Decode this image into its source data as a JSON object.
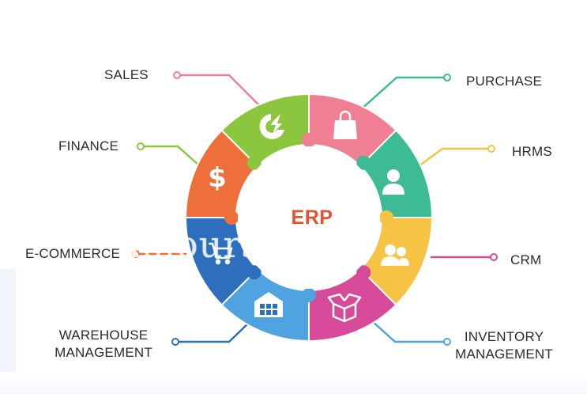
{
  "center": {
    "title": "ERP"
  },
  "modules": [
    {
      "key": "sales",
      "label": "SALES",
      "color": "#f07f93",
      "icon": "sales-icon"
    },
    {
      "key": "purchase",
      "label": "PURCHASE",
      "color": "#3dbb95",
      "icon": "shopping-bag-icon"
    },
    {
      "key": "hrms",
      "label": "HRMS",
      "color": "#f7c344",
      "icon": "user-icon"
    },
    {
      "key": "crm",
      "label": "CRM",
      "color": "#d74a9a",
      "icon": "group-icon"
    },
    {
      "key": "inventory",
      "label_line1": "INVENTORY",
      "label_line2": "MANAGEMENT",
      "color": "#4fa3e0",
      "icon": "open-box-icon"
    },
    {
      "key": "warehouse",
      "label_line1": "WAREHOUSE",
      "label_line2": "MANAGEMENT",
      "color": "#2e6fbd",
      "icon": "warehouse-icon"
    },
    {
      "key": "ecommerce",
      "label": "E-COMMERCE",
      "color": "#ef6f3a",
      "icon": "shopping-cart-icon"
    },
    {
      "key": "finance",
      "label": "FINANCE",
      "color": "#8cc63f",
      "icon": "dollar-icon"
    }
  ],
  "watermark": {
    "text": "amourscou"
  }
}
